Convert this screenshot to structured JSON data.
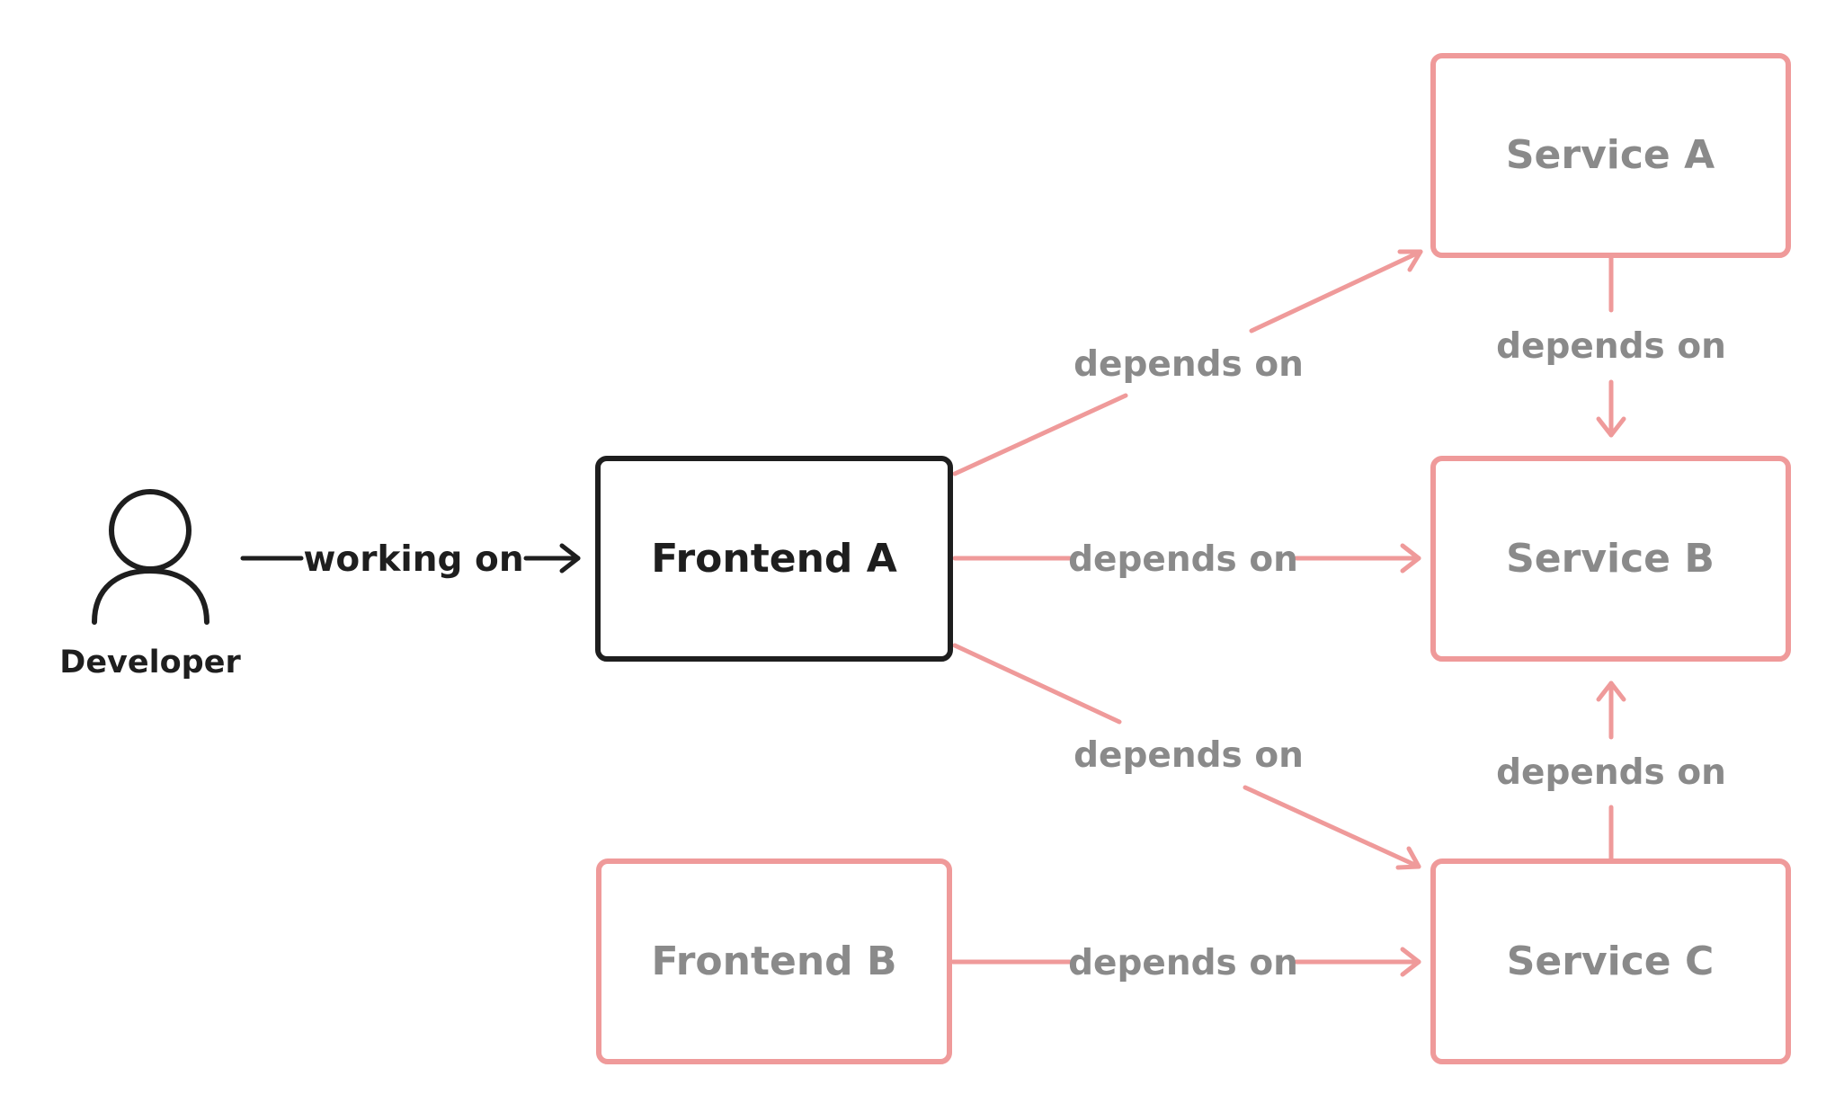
{
  "colors": {
    "background": "#ffffff",
    "active_stroke": "#1e1e1e",
    "active_text": "#1e1e1e",
    "dependency_stroke": "#ef9a9a",
    "dependency_text": "#8a8a8a",
    "edge_label_text": "#8a8a8a"
  },
  "actor": {
    "label": "Developer",
    "icon": "person-icon"
  },
  "nodes": {
    "frontend_a": {
      "label": "Frontend A"
    },
    "frontend_b": {
      "label": "Frontend B"
    },
    "service_a": {
      "label": "Service A"
    },
    "service_b": {
      "label": "Service B"
    },
    "service_c": {
      "label": "Service C"
    }
  },
  "edges": {
    "developer_to_frontend_a": {
      "label": "working on"
    },
    "frontend_a_to_service_a": {
      "label": "depends on"
    },
    "frontend_a_to_service_b": {
      "label": "depends on"
    },
    "frontend_a_to_service_c": {
      "label": "depends on"
    },
    "frontend_b_to_service_c": {
      "label": "depends on"
    },
    "service_a_to_service_b": {
      "label": "depends on"
    },
    "service_c_to_service_b": {
      "label": "depends on"
    }
  }
}
